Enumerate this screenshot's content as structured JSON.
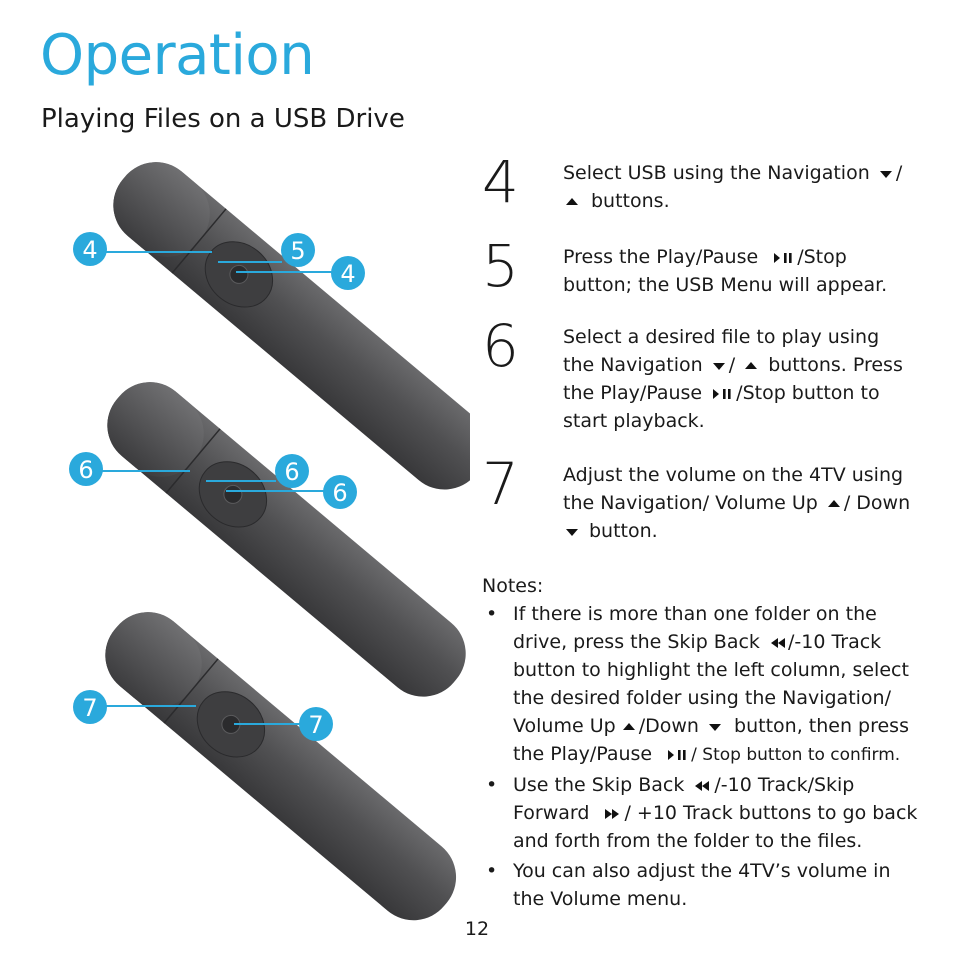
{
  "title": "Operation",
  "subtitle": "Playing Files on a USB Drive",
  "callouts": {
    "a1": "4",
    "a2": "5",
    "a3": "4",
    "b1": "6",
    "b2": "6",
    "b3": "6",
    "c1": "7",
    "c2": "7"
  },
  "steps": {
    "s4": {
      "num": "4",
      "t1": "Select USB using the Navigation",
      "t2": "/",
      "t3": "buttons."
    },
    "s5": {
      "num": "5",
      "t1": "Press the Play/Pause",
      "t2": "/Stop button; the USB Menu will appear."
    },
    "s6": {
      "num": "6",
      "t1": "Select a desired file to play using the Navigation",
      "t2": "/",
      "t3": "buttons. Press the Play/Pause",
      "t4": "/Stop button to start playback."
    },
    "s7": {
      "num": "7",
      "t1": "Adjust the volume on the 4TV using the Navigation/ Volume Up",
      "t2": "/ Down",
      "t3": "button."
    }
  },
  "notes": {
    "heading": "Notes:",
    "bullet": "•",
    "n1": {
      "t1": "If there is more than one folder on the drive, press the Skip Back",
      "t2": "/-10 Track button to highlight the left column, select the desired folder using the Navigation/ Volume Up",
      "t3": "/Down",
      "t4": "button, then press the Play/Pause",
      "t5": "/ Stop button to confirm."
    },
    "n2": {
      "t1": "Use the Skip Back",
      "t2": "/-10 Track/Skip Forward",
      "t3": "/ +10 Track buttons to go back and forth from the folder to the files."
    },
    "n3": {
      "t1": "You can also adjust the 4TV’s volume in the Volume menu."
    }
  },
  "page_number": "12",
  "colors": {
    "accent": "#2aa9dc",
    "remote_body": "#4a4a4c"
  },
  "icons": [
    "triangle-down-icon",
    "triangle-up-icon",
    "play-pause-icon",
    "skip-back-icon",
    "skip-forward-icon"
  ]
}
